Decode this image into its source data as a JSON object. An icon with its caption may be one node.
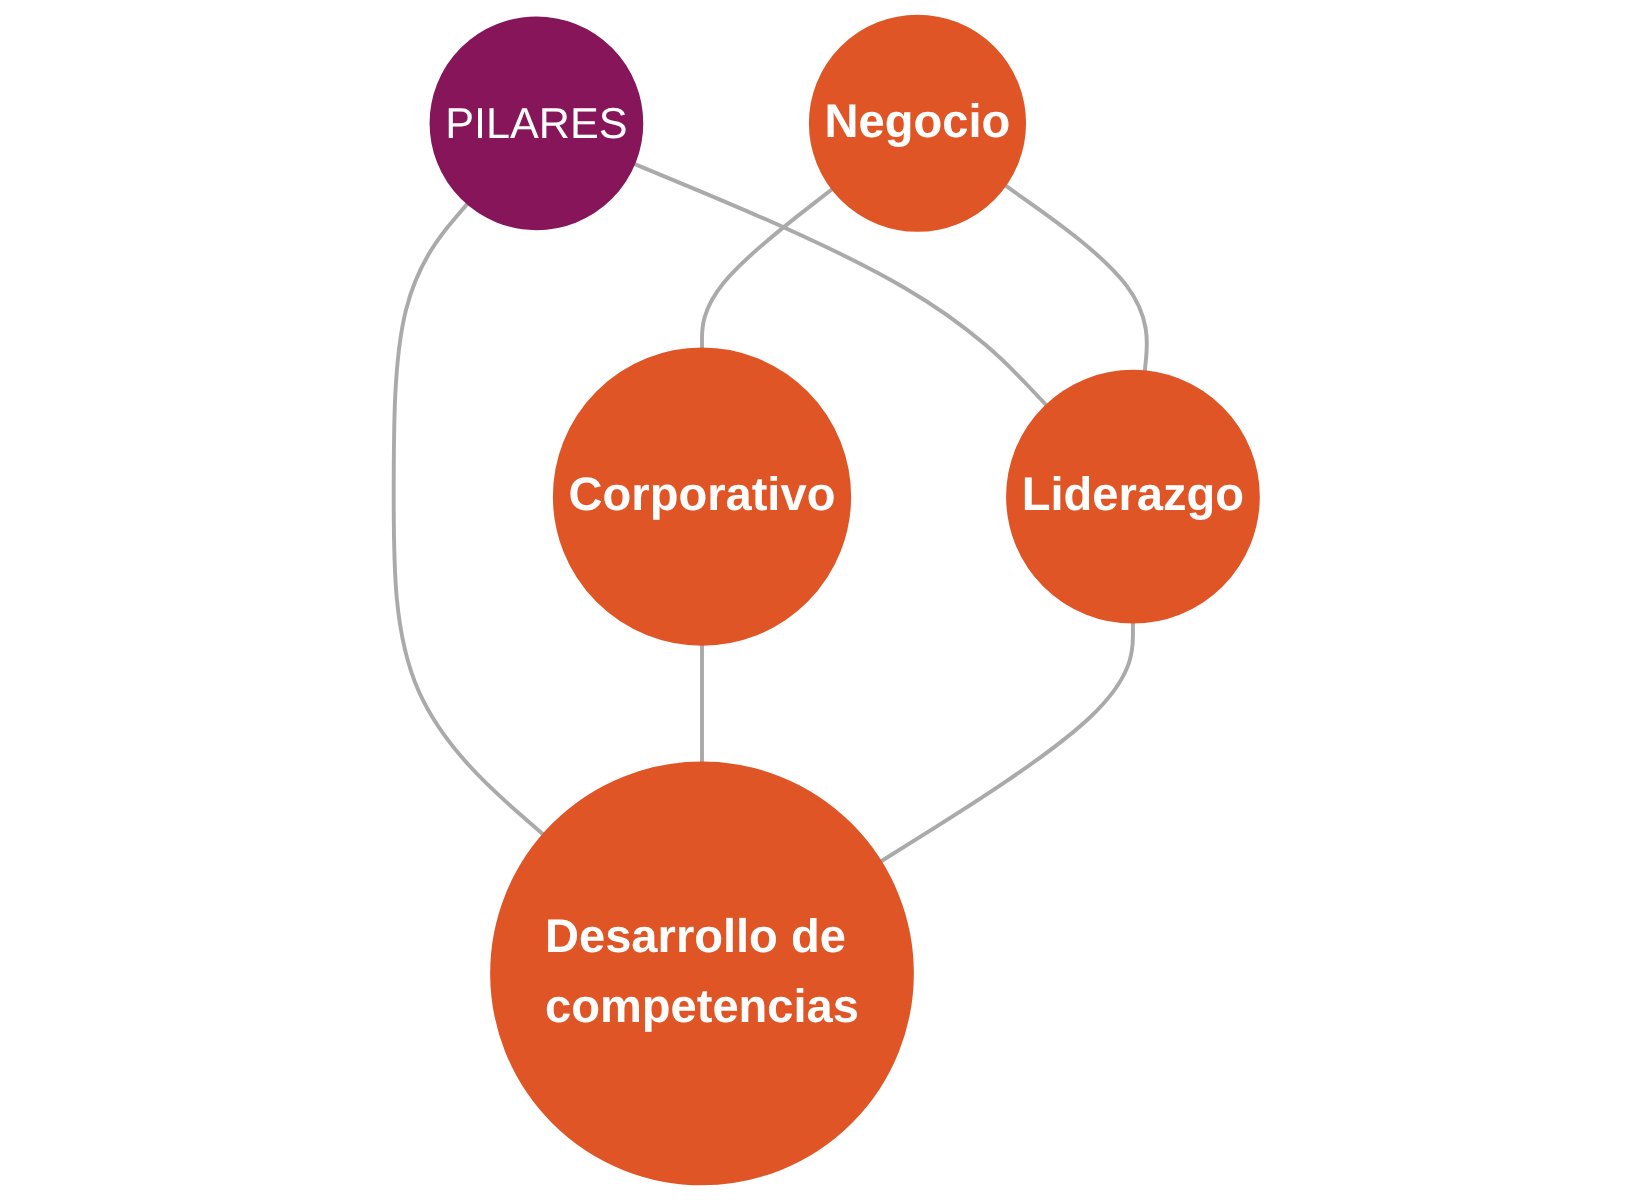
{
  "diagram": {
    "nodes": [
      {
        "text": [
          "PILARES"
        ]
      },
      {
        "text": [
          "Negocio"
        ]
      },
      {
        "text": [
          "Corporativo"
        ]
      },
      {
        "text": [
          "Liderazgo"
        ]
      },
      {
        "text": [
          "Desarrollo de competencias"
        ]
      }
    ],
    "edges": [
      {
        "from": 0,
        "to": 3,
        "arrow": "none"
      },
      {
        "from": 0,
        "to": 4,
        "arrow": "none"
      },
      {
        "from": 1,
        "to": 2,
        "arrow": "none"
      },
      {
        "from": 1,
        "to": 3,
        "arrow": "none"
      },
      {
        "from": 2,
        "to": 4,
        "arrow": "none"
      },
      {
        "from": 3,
        "to": 4,
        "arrow": "none"
      }
    ]
  }
}
